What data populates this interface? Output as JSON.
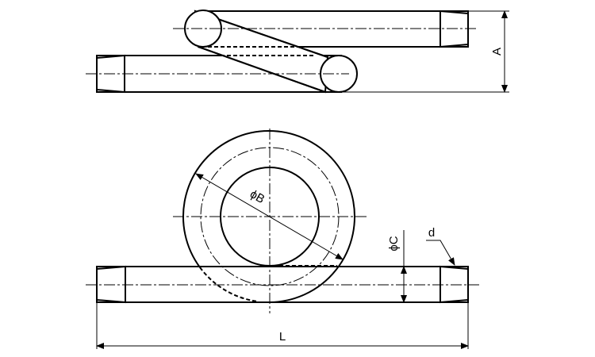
{
  "labels": {
    "A": "A",
    "B": "ϕB",
    "C": "ϕC",
    "d": "d",
    "L": "L"
  }
}
